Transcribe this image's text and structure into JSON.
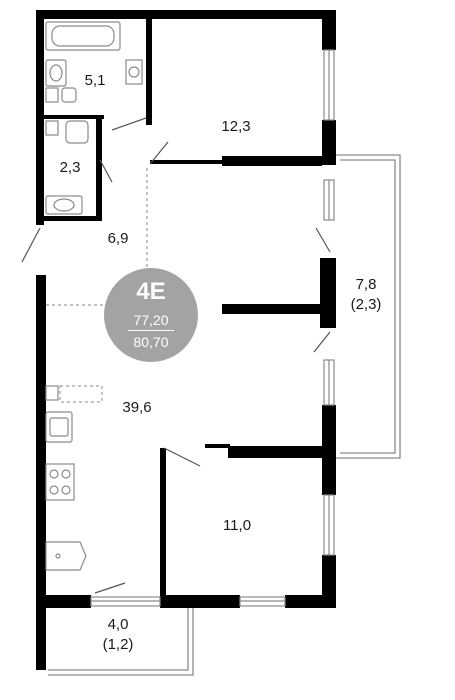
{
  "apartment": {
    "code": "4E",
    "area_living": "77,20",
    "area_total": "80,70"
  },
  "rooms": [
    {
      "id": "bathroom",
      "label": "5,1"
    },
    {
      "id": "bedroom-top",
      "label": "12,3"
    },
    {
      "id": "toilet",
      "label": "2,3"
    },
    {
      "id": "hallway",
      "label": "6,9"
    },
    {
      "id": "balcony-right",
      "label": "7,8",
      "sub": "(2,3)"
    },
    {
      "id": "living-kitchen",
      "label": "39,6"
    },
    {
      "id": "bedroom-bottom",
      "label": "11,0"
    },
    {
      "id": "balcony-bottom",
      "label": "4,0",
      "sub": "(1,2)"
    }
  ],
  "colors": {
    "wall": "#000000",
    "badge": "#a4a3a3",
    "fixture": "#8a8a8a"
  }
}
